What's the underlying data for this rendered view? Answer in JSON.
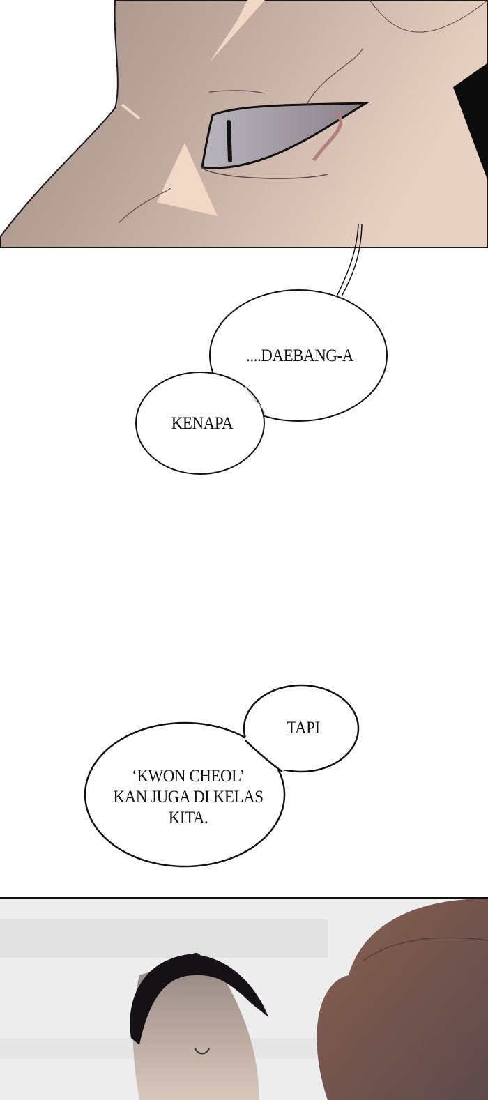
{
  "panels": [
    {
      "id": "panel-1",
      "description": "close-up of eye",
      "skin_color": "#c8b2a6",
      "skin_highlight": "#f0d8c6"
    },
    {
      "id": "panel-2",
      "description": "white background with speech bubbles"
    },
    {
      "id": "panel-3",
      "description": "classroom scene with student",
      "bg_color": "#ededed",
      "hair_color": "#7a5648"
    }
  ],
  "bubbles": {
    "daebang": "....DAEBANG-A",
    "kenapa": "KENAPA",
    "tapi": "TAPI",
    "kwon_line1": "‘KWON CHEOL’",
    "kwon_line2": "KAN JUGA DI KELAS",
    "kwon_line3": "KITA."
  }
}
